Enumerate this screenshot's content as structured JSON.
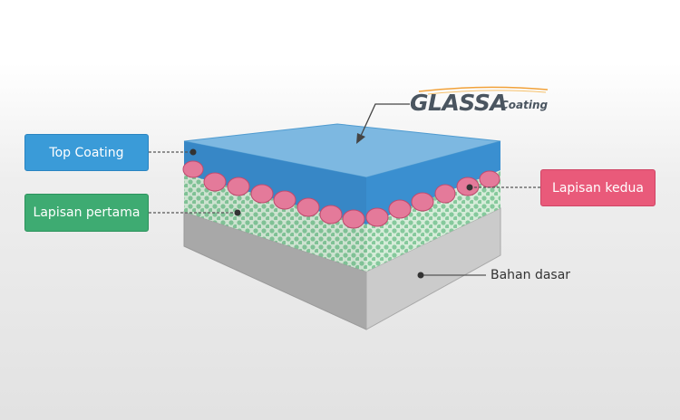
{
  "logo": {
    "main": "GLASSA",
    "sub": "Coating"
  },
  "labels": {
    "top_coating": "Top Coating",
    "lapisan_pertama": "Lapisan pertama",
    "lapisan_kedua": "Lapisan kedua",
    "bahan_dasar": "Bahan dasar"
  },
  "colors": {
    "top_coating": "#3a9bd8",
    "lapisan_pertama": "#3eab72",
    "lapisan_kedua": "#e95a7a",
    "base": "#c8c8c8"
  }
}
